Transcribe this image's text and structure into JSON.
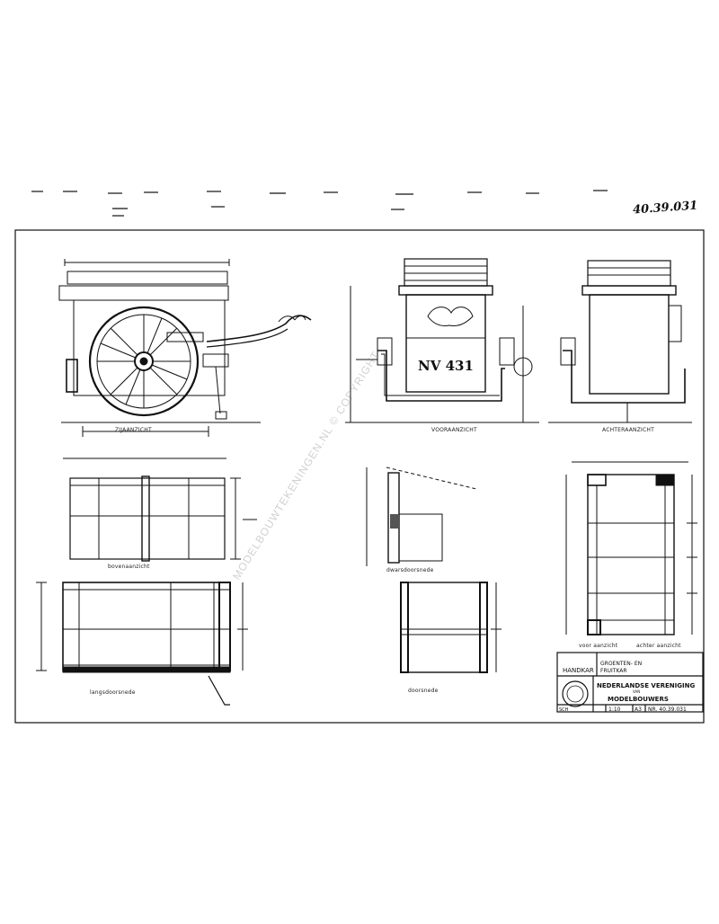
{
  "drawing_number": "40.39.031",
  "views": {
    "side": "ZIJAANZICHT",
    "front": "VOORAANZICHT",
    "rear": "ACHTERAANZICHT",
    "top": "bovenaanzicht",
    "bottom_left": "langsdoorsnede",
    "mid_top": "dwarsdoorsnede",
    "mid_bottom": "doorsnede",
    "right_bottom_left": "voor aanzicht",
    "right_bottom_right": "achter aanzicht"
  },
  "cart_plate": "NV 431",
  "watermark": "MODELBOUWTEKENINGEN.NL © COPYRIGHT",
  "title_block": {
    "line1": "HANDKAR",
    "line2": "GROENTEN- EN",
    "line3": "FRUITKAR",
    "org1": "NEDERLANDSE VERENIGING",
    "org_join": "VAN",
    "org2": "MODELBOUWERS",
    "scale_label": "SCH",
    "scale": "1:10",
    "size": "A3",
    "number": "NR. 40.39.031"
  }
}
